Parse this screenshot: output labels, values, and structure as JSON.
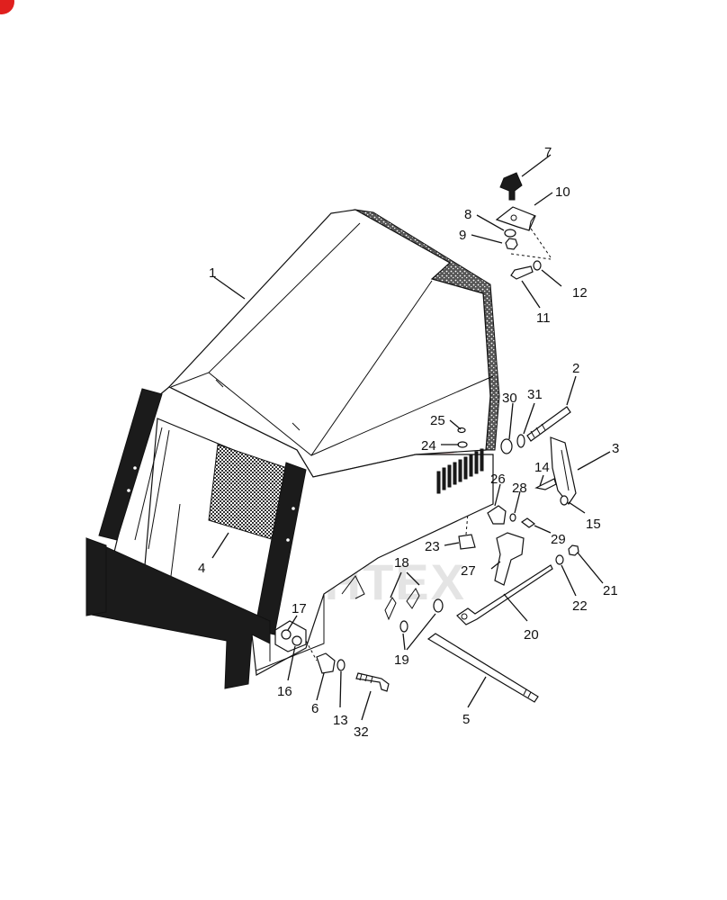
{
  "watermark": {
    "text": "MHTEX",
    "color": "#e63a3a"
  },
  "corner_badge_color": "#e0201e",
  "callouts": {
    "c1": "1",
    "c2": "2",
    "c3": "3",
    "c4": "4",
    "c5": "5",
    "c6": "6",
    "c7": "7",
    "c8": "8",
    "c9": "9",
    "c10": "10",
    "c11": "11",
    "c12": "12",
    "c13": "13",
    "c14": "14",
    "c15": "15",
    "c16": "16",
    "c17": "17",
    "c18": "18",
    "c19": "19",
    "c20": "20",
    "c21": "21",
    "c22": "22",
    "c23": "23",
    "c24": "24",
    "c25": "25",
    "c26": "26",
    "c27": "27",
    "c28": "28",
    "c29": "29",
    "c30": "30",
    "c31": "31",
    "c32": "32"
  }
}
